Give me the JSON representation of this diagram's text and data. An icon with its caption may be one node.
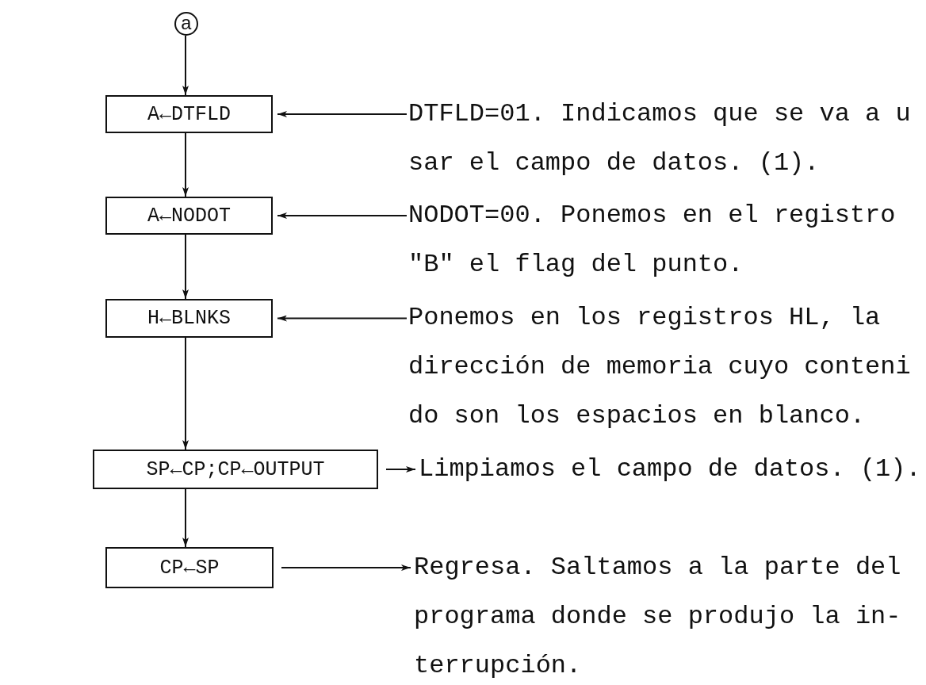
{
  "diagram": {
    "nodes": [
      {
        "text": [
          "a"
        ]
      },
      {
        "text": [
          "A←DTFLD"
        ]
      },
      {
        "text": [
          "A←NODOT"
        ]
      },
      {
        "text": [
          "H←BLNKS"
        ]
      },
      {
        "text": [
          "SP←CP;CP←OUTPUT"
        ]
      },
      {
        "text": [
          "CP←SP"
        ]
      },
      {
        "text": [
          "DTFLD=01. Indicamos que se va a u sar el campo de datos. (1)."
        ]
      },
      {
        "text": [
          "NODOT=00. Ponemos en el registro \"B\" el flag del punto."
        ]
      },
      {
        "text": [
          "Ponemos en los registros HL, la dirección de memoria cuyo conteni do son los espacios en blanco."
        ]
      },
      {
        "text": [
          "Limpiamos el campo de datos. (1)."
        ]
      },
      {
        "text": [
          "Regresa. Saltamos a la parte del programa donde se produjo la in- terrupción."
        ]
      }
    ],
    "edges": [
      {
        "from": 0,
        "to": 1,
        "arrow": "to"
      },
      {
        "from": 1,
        "to": 2,
        "arrow": "to"
      },
      {
        "from": 2,
        "to": 3,
        "arrow": "to"
      },
      {
        "from": 3,
        "to": 4,
        "arrow": "to"
      },
      {
        "from": 4,
        "to": 5,
        "arrow": "to"
      },
      {
        "from": 6,
        "to": 1,
        "arrow": "to"
      },
      {
        "from": 7,
        "to": 2,
        "arrow": "to"
      },
      {
        "from": 8,
        "to": 3,
        "arrow": "to"
      },
      {
        "from": 4,
        "to": 9,
        "arrow": "to"
      },
      {
        "from": 5,
        "to": 10,
        "arrow": "to"
      }
    ]
  }
}
